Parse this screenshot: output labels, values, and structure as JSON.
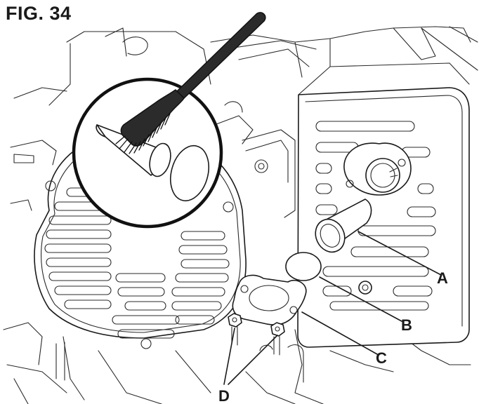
{
  "figure": {
    "title": "FIG. 34",
    "callouts": {
      "a": "A",
      "b": "B",
      "c": "C",
      "d": "D"
    }
  },
  "icons": [
    "wire-brush-icon"
  ],
  "colors": {
    "line": "#1a1a1a",
    "background": "#ffffff"
  }
}
